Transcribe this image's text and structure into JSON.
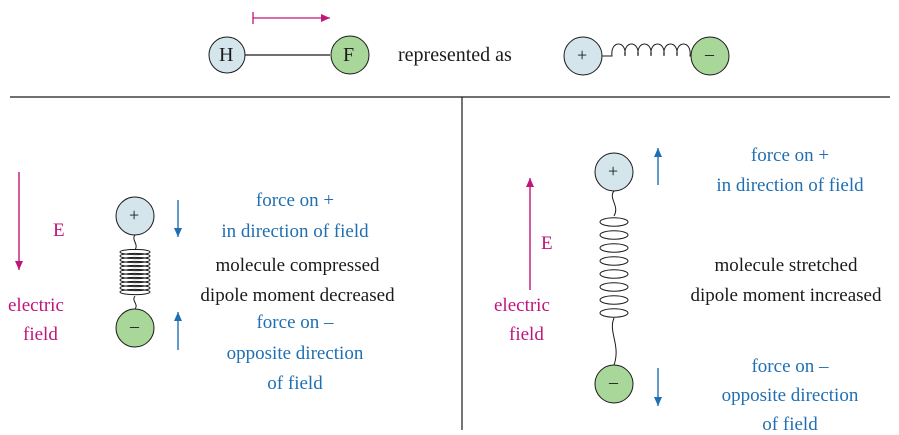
{
  "top": {
    "atom1": "H",
    "atom2": "F",
    "represented_text": "represented as",
    "plus_sign": "+",
    "minus_sign": "–"
  },
  "left_panel": {
    "field_letter": "E",
    "field_label_1": "electric",
    "field_label_2": "field",
    "plus_sign": "+",
    "minus_sign": "–",
    "force_plus_1": "force on +",
    "force_plus_2": "in direction of field",
    "state_1": "molecule compressed",
    "state_2": "dipole moment decreased",
    "force_minus_1": "force on –",
    "force_minus_2": "opposite direction",
    "force_minus_3": "of field"
  },
  "right_panel": {
    "field_letter": "E",
    "field_label_1": "electric",
    "field_label_2": "field",
    "plus_sign": "+",
    "minus_sign": "–",
    "force_plus_1": "force on +",
    "force_plus_2": "in direction of field",
    "state_1": "molecule stretched",
    "state_2": "dipole moment increased",
    "force_minus_1": "force on –",
    "force_minus_2": "opposite direction",
    "force_minus_3": "of field"
  },
  "colors": {
    "blue_atom": "#d5e5ec",
    "green_atom": "#a9d79a",
    "blue_text": "#1f6fb2",
    "field_arrow": "#c0157a",
    "line": "#1a1a1a"
  }
}
